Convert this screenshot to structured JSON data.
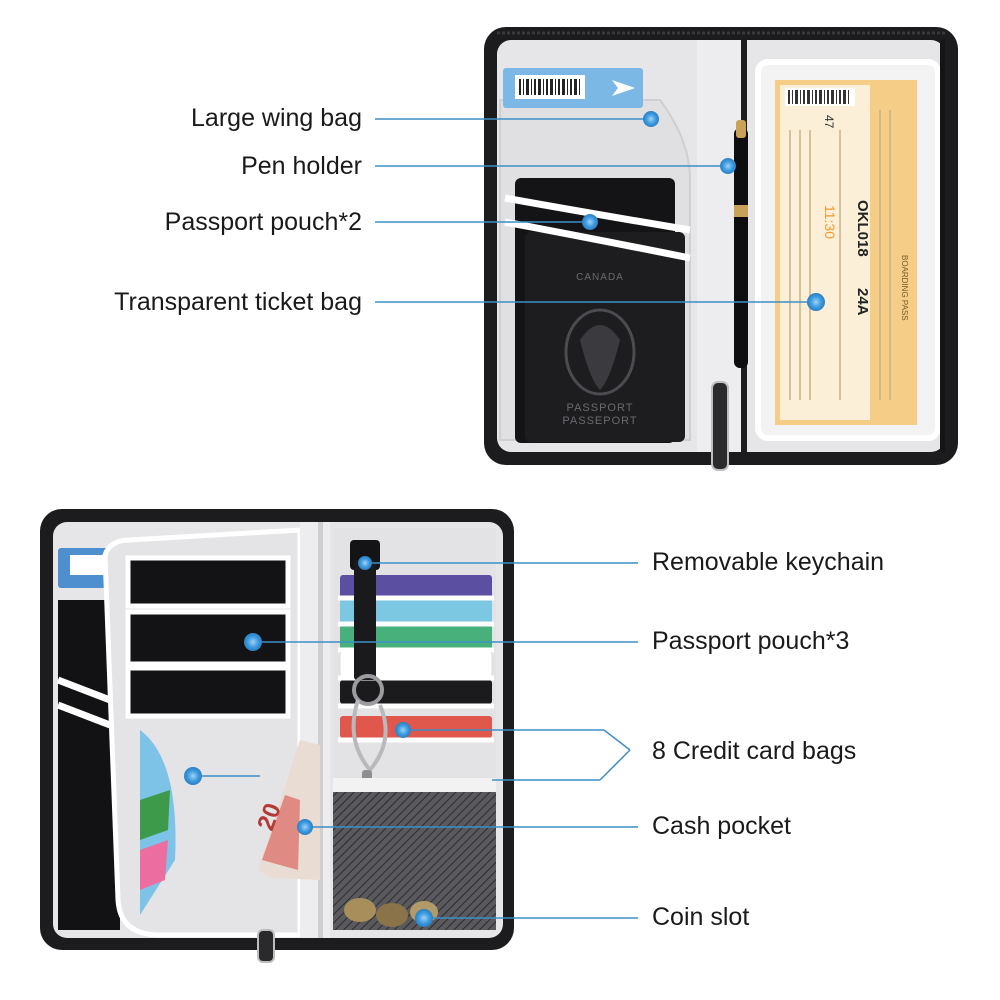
{
  "callouts_top": {
    "large_wing_bag": "Large wing bag",
    "pen_holder": "Pen holder",
    "passport_pouch": "Passport pouch*2",
    "ticket_bag": "Transparent ticket bag"
  },
  "callouts_bottom": {
    "keychain": "Removable keychain",
    "passport_pouch": "Passport pouch*3",
    "credit_card_bags": "8 Credit card bags",
    "cash_pocket": "Cash pocket",
    "coin_slot": "Coin slot"
  },
  "passport": {
    "country": "CANADA",
    "line1": "PASSPORT",
    "line2": "PASSEPORT"
  },
  "boarding_pass": {
    "flight": "OKL018",
    "seat": "24A",
    "time": "11:30",
    "gate": "47",
    "header": "BOARDING PASS"
  },
  "banknote": {
    "value": "20"
  },
  "colors": {
    "callout_line": "#3d8fc7",
    "callout_dot": "#4a9fdc",
    "case": "#1c1c1e",
    "lining": "#e9e9ea"
  }
}
